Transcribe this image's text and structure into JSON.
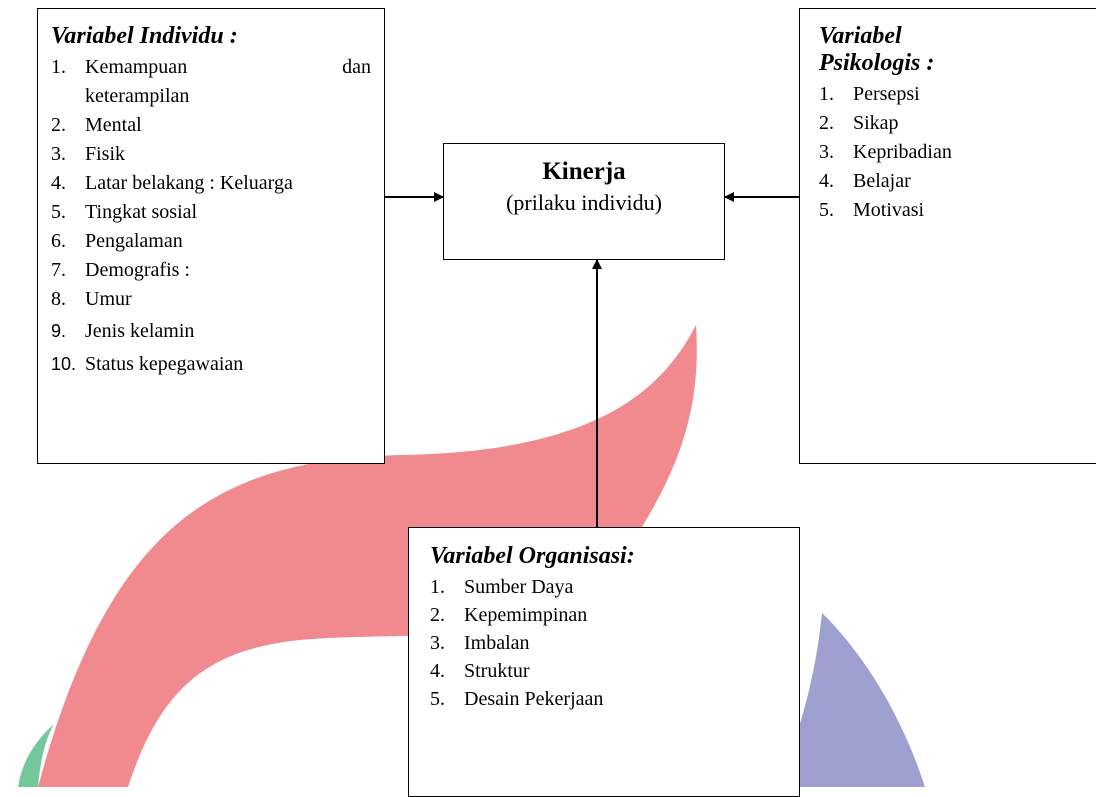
{
  "individu": {
    "title": "Variabel Individu :",
    "items": [
      {
        "num": "1.",
        "parts": [
          "Kemampuan",
          "dan"
        ],
        "cont": "keterampilan"
      },
      {
        "num": "2.",
        "text": "Mental"
      },
      {
        "num": "3.",
        "text": "Fisik"
      },
      {
        "num": "4.",
        "text": "Latar belakang : Keluarga"
      },
      {
        "num": "5.",
        "text": "Tingkat sosial"
      },
      {
        "num": "6.",
        "text": "Pengalaman"
      },
      {
        "num": "7.",
        "text": "Demografis :"
      },
      {
        "num": "8.",
        "text": "Umur"
      },
      {
        "num": "9.",
        "text": "Jenis kelamin"
      },
      {
        "num": "10.",
        "text": "Status kepegawaian"
      }
    ]
  },
  "psikologis": {
    "title": "Variabel Psikologis :",
    "items": [
      {
        "num": "1.",
        "text": "Persepsi"
      },
      {
        "num": "2.",
        "text": "Sikap"
      },
      {
        "num": "3.",
        "text": "Kepribadian"
      },
      {
        "num": "4.",
        "text": "Belajar"
      },
      {
        "num": "5.",
        "text": "Motivasi"
      }
    ]
  },
  "kinerja": {
    "title": "Kinerja",
    "subtitle": "(prilaku individu)"
  },
  "organisasi": {
    "title": "Variabel Organisasi:",
    "items": [
      {
        "num": "1.",
        "text": "Sumber Daya"
      },
      {
        "num": "2.",
        "text": "Kepemimpinan"
      },
      {
        "num": "3.",
        "text": "Imbalan"
      },
      {
        "num": "4.",
        "text": "Struktur"
      },
      {
        "num": "5.",
        "text": "Desain Pekerjaan"
      }
    ]
  },
  "colors": {
    "watermark_red": "#f08a8e",
    "watermark_blue": "#9ea1d0",
    "watermark_green": "#74c89b",
    "line": "#000000"
  }
}
